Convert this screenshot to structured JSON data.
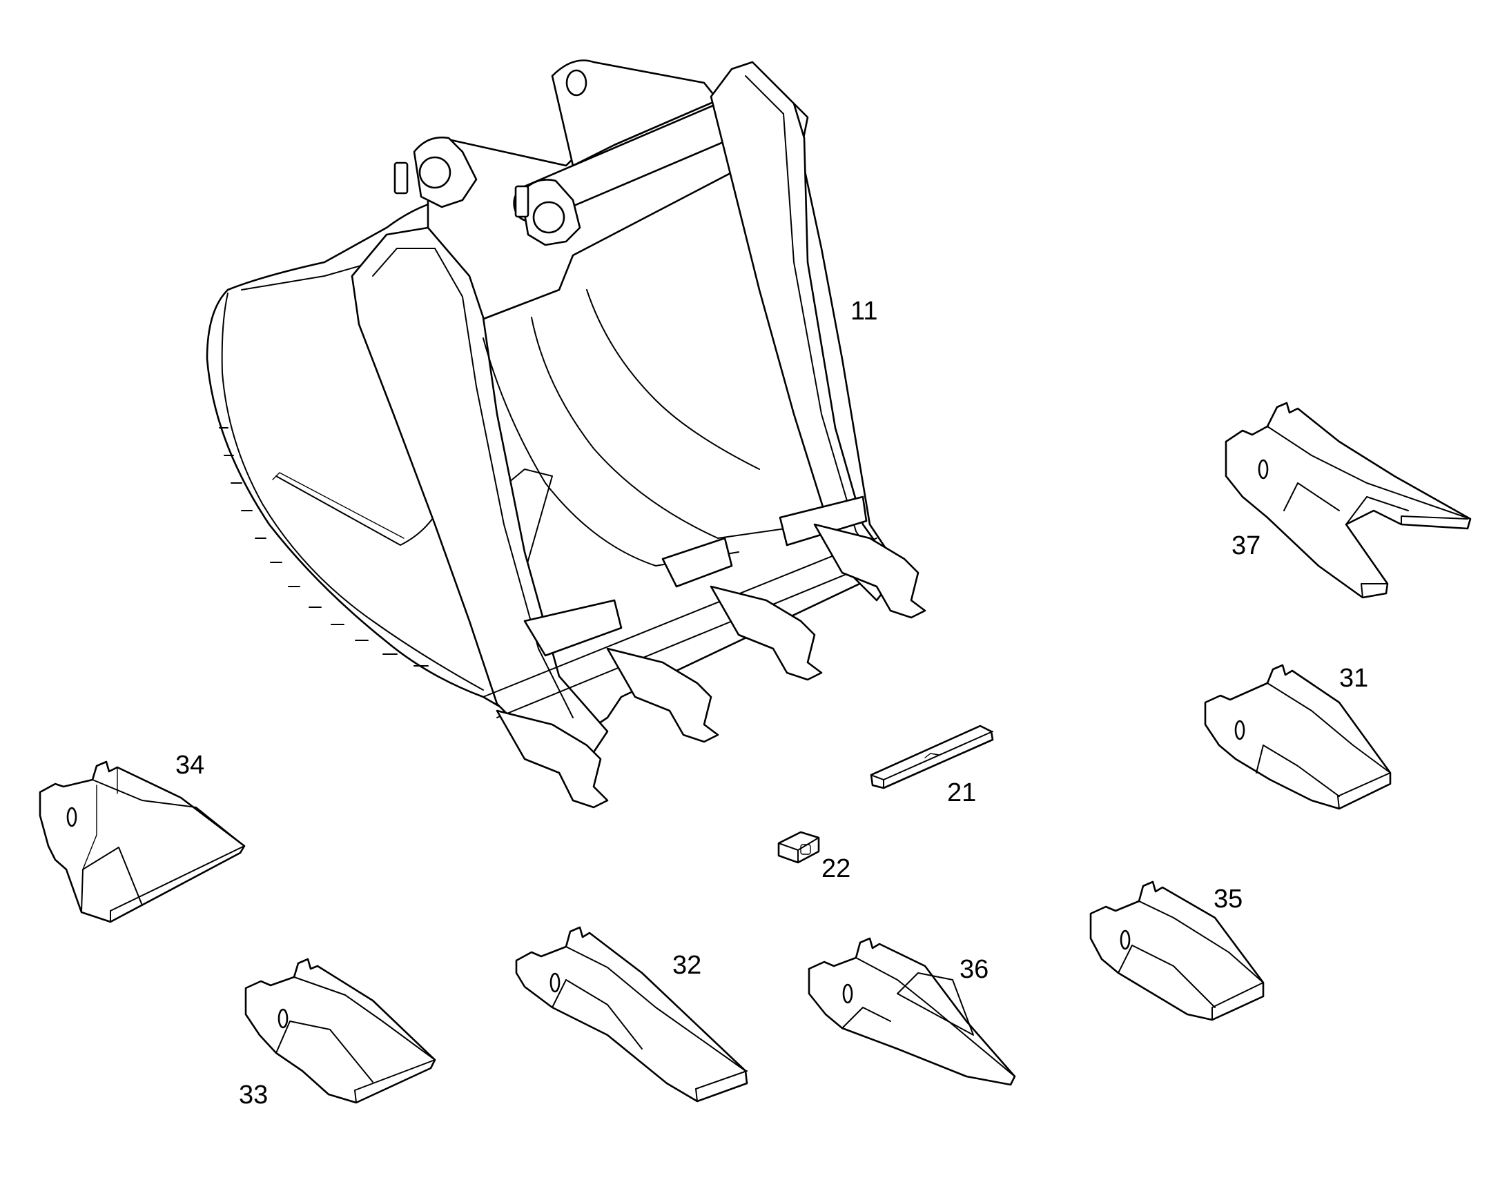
{
  "diagram": {
    "labels": {
      "bucket": "11",
      "side_cutter": "21",
      "pin": "22",
      "tooth_31": "31",
      "tooth_32": "32",
      "tooth_33": "33",
      "tooth_34": "34",
      "tooth_35": "35",
      "tooth_36": "36",
      "tooth_37": "37"
    },
    "colors": {
      "line": "#000000",
      "background": "#ffffff"
    }
  }
}
